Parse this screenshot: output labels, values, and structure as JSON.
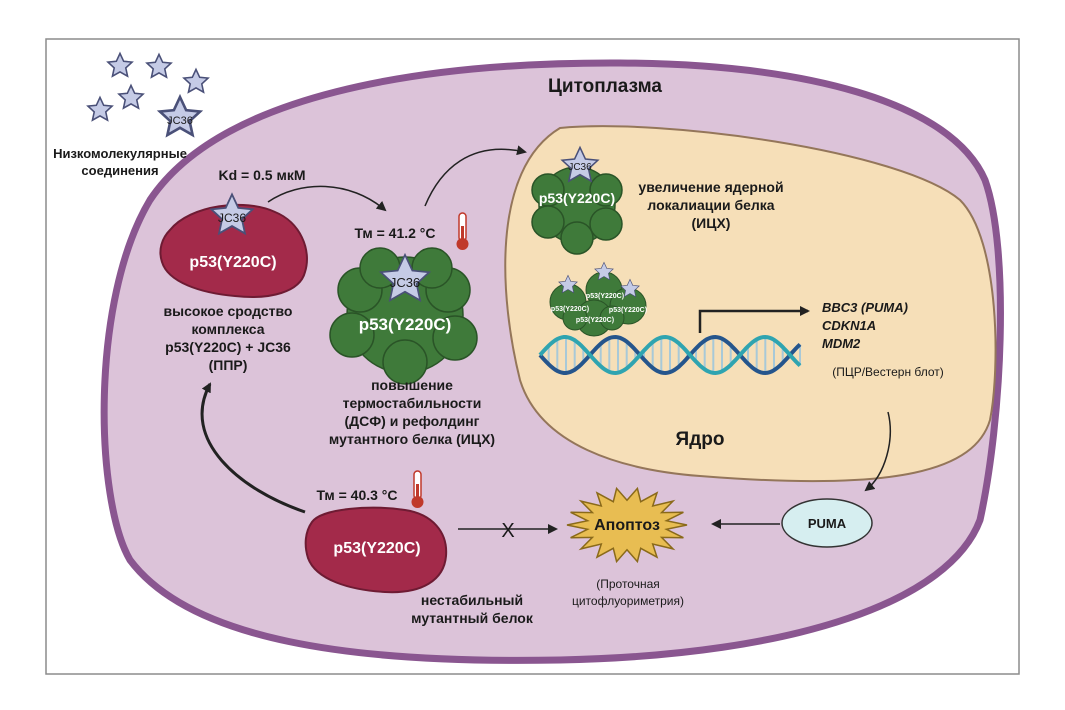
{
  "labels": {
    "cytoplasm": "Цитоплазма",
    "nucleus": "Ядро",
    "small_molecules": [
      "Низкомолекулярные",
      "соединения"
    ],
    "jc36": "JC36",
    "kd": "Kd = 0.5 мкМ",
    "protein": "p53(Y220C)",
    "protein_small": "p53(Y220C)",
    "high_affinity": [
      "высокое сродство",
      "комплекса",
      "p53(Y220C) + JC36",
      "(ППР)"
    ],
    "tm_bound": "Тм = 41.2 °C",
    "thermostability": [
      "повышение",
      "термостабильности",
      "(ДСФ) и рефолдинг",
      "мутантного белка (ИЦХ)"
    ],
    "nuclear_localization": [
      "увеличение ядерной",
      "локалиации белка",
      "(ИЦХ)"
    ],
    "genes": [
      "BBC3 (PUMA)",
      "CDKN1A",
      "MDM2"
    ],
    "gene_method": "(ПЦР/Вестерн блот)",
    "puma": "PUMA",
    "apoptosis": "Апоптоз",
    "apoptosis_method": [
      "(Проточная",
      "цитофлуориметрия)"
    ],
    "tm_unbound": "Тм = 40.3 °C",
    "unstable": [
      "нестабильный",
      "мутантный белок"
    ],
    "block_mark": "X"
  },
  "colors": {
    "cell_fill": "#dcc3d9",
    "cell_stroke": "#8a5690",
    "nucleus_fill": "#f6dfb8",
    "nucleus_stroke": "#94765a",
    "protein_red": "#a32a4a",
    "protein_green": "#3f7a3a",
    "star_fill": "#c5cbe6",
    "apoptosis_fill": "#e8bd52",
    "puma_fill": "#d6eef0",
    "dna_blue": "#25558c",
    "dna_teal": "#2fa4b0"
  },
  "icons": [
    "star-icon",
    "thermometer-icon",
    "dna-icon",
    "arrow-icon"
  ]
}
